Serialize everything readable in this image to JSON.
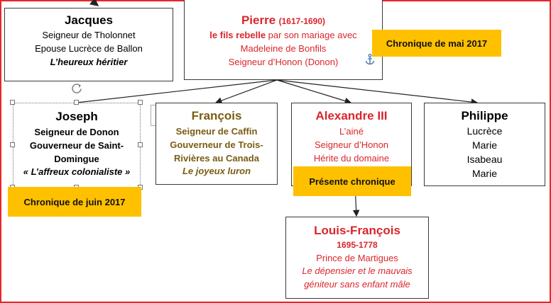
{
  "jacques": {
    "name": "Jacques",
    "line1": "Seigneur de Tholonnet",
    "line2": "Epouse Lucrèce de Ballon",
    "line3": "L’heureux héritier"
  },
  "pierre": {
    "name": "Pierre",
    "dates": "(1617-1690)",
    "line1_bold": "le fils rebelle",
    "line1_rest": " par son mariage avec",
    "line2": "Madeleine de Bonfils",
    "line3": "Seigneur d’Honon (Donon)"
  },
  "joseph": {
    "name": "Joseph",
    "line1": "Seigneur de Donon",
    "line2": "Gouverneur de Saint-",
    "line3": "Domingue",
    "line4": "« L’affreux colonialiste »"
  },
  "francois": {
    "name": "François",
    "line1": "Seigneur de Caffin",
    "line2": "Gouverneur de Trois-",
    "line3": "Rivières au Canada",
    "line4": "Le joyeux luron"
  },
  "alexandre": {
    "name": "Alexandre III",
    "line1": "L’ainé",
    "line2": "Seigneur d’Honon",
    "line3": "Hérite du domaine"
  },
  "philippe": {
    "name": "Philippe",
    "line1": "Lucrèce",
    "line2": "Marie",
    "line3": "Isabeau",
    "line4": "Marie"
  },
  "louis": {
    "name": "Louis-François",
    "dates": "1695-1778",
    "line1": "Prince de Martigues",
    "line2": "Le dépensier et le mauvais",
    "line3": "géniteur sans enfant mâle"
  },
  "tags": {
    "mai": "Chronique de mai 2017",
    "juin": "Chronique de juin 2017",
    "presente": "Présente chronique"
  },
  "colors": {
    "frame": "#e8262a",
    "tag": "#ffc000",
    "red_text": "#d9262b",
    "olive_text": "#7a5c12"
  },
  "icons": [
    "anchor-icon",
    "rotate-handle-icon",
    "layout-options-icon"
  ]
}
